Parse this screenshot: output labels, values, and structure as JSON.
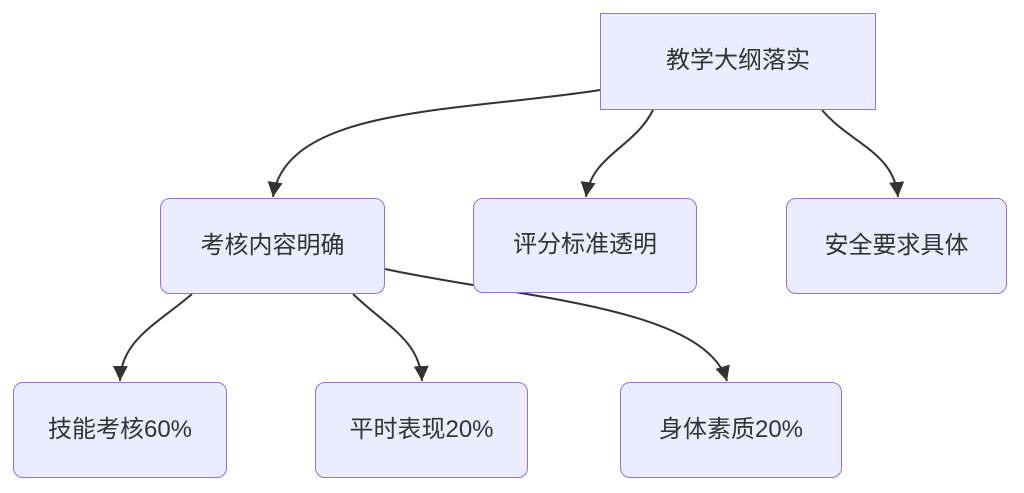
{
  "diagram": {
    "type": "flowchart",
    "orientation": "top-down",
    "colors": {
      "background": "#ffffff",
      "node_fill": "#ECECFF",
      "node_border": "#9370DB",
      "edge": "#333333",
      "text": "#333333"
    },
    "nodes": [
      {
        "id": "root",
        "label": "教学大纲落实",
        "shape": "rectangle"
      },
      {
        "id": "assessment",
        "label": "考核内容明确",
        "shape": "rounded"
      },
      {
        "id": "scoring",
        "label": "评分标准透明",
        "shape": "rounded"
      },
      {
        "id": "safety",
        "label": "安全要求具体",
        "shape": "rounded"
      },
      {
        "id": "skill",
        "label": "技能考核60%",
        "shape": "rounded"
      },
      {
        "id": "daily",
        "label": "平时表现20%",
        "shape": "rounded"
      },
      {
        "id": "physical",
        "label": "身体素质20%",
        "shape": "rounded"
      }
    ],
    "edges": [
      {
        "from": "教学大纲落实",
        "to": "考核内容明确"
      },
      {
        "from": "教学大纲落实",
        "to": "评分标准透明"
      },
      {
        "from": "教学大纲落实",
        "to": "安全要求具体"
      },
      {
        "from": "考核内容明确",
        "to": "技能考核60%"
      },
      {
        "from": "考核内容明确",
        "to": "平时表现20%"
      },
      {
        "from": "考核内容明确",
        "to": "身体素质20%"
      }
    ]
  }
}
